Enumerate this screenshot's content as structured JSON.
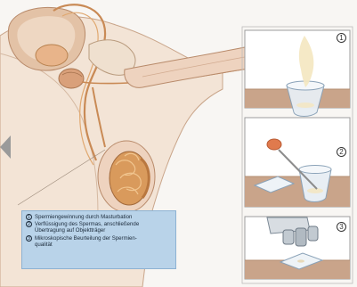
{
  "legend": {
    "items": [
      {
        "number": "1",
        "text": "Spermiengewinnung durch Masturbation"
      },
      {
        "number": "2",
        "text": "Verflüssigung des Spermas, anschließende\nÜbertragung auf Objektträger"
      },
      {
        "number": "3",
        "text": "Mikroskopische Beurteilung der Spermien-\nqualität"
      }
    ]
  },
  "panels": [
    {
      "number": "1"
    },
    {
      "number": "2"
    },
    {
      "number": "3"
    }
  ]
}
